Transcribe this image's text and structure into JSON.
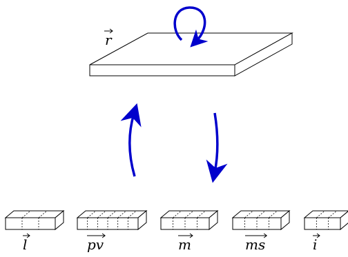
{
  "diagram": {
    "colors": {
      "arrow": "#0000cc",
      "stroke": "#000000",
      "fill": "#ffffff"
    },
    "top_block": {
      "label": "r",
      "vector_arrow": true
    },
    "self_loop": {
      "icon": "circular-arrow-icon"
    },
    "up_arrow": {
      "icon": "up-arrow-icon"
    },
    "down_arrow": {
      "icon": "down-arrow-icon"
    },
    "registers": [
      {
        "label": "l",
        "vector_arrow": true,
        "cells": 3
      },
      {
        "label": "pv",
        "vector_arrow": true,
        "cells": 6
      },
      {
        "label": "m",
        "vector_arrow": true,
        "cells": 4
      },
      {
        "label": "ms",
        "vector_arrow": true,
        "cells": 4
      },
      {
        "label": "i",
        "vector_arrow": true,
        "cells": 3
      }
    ]
  }
}
